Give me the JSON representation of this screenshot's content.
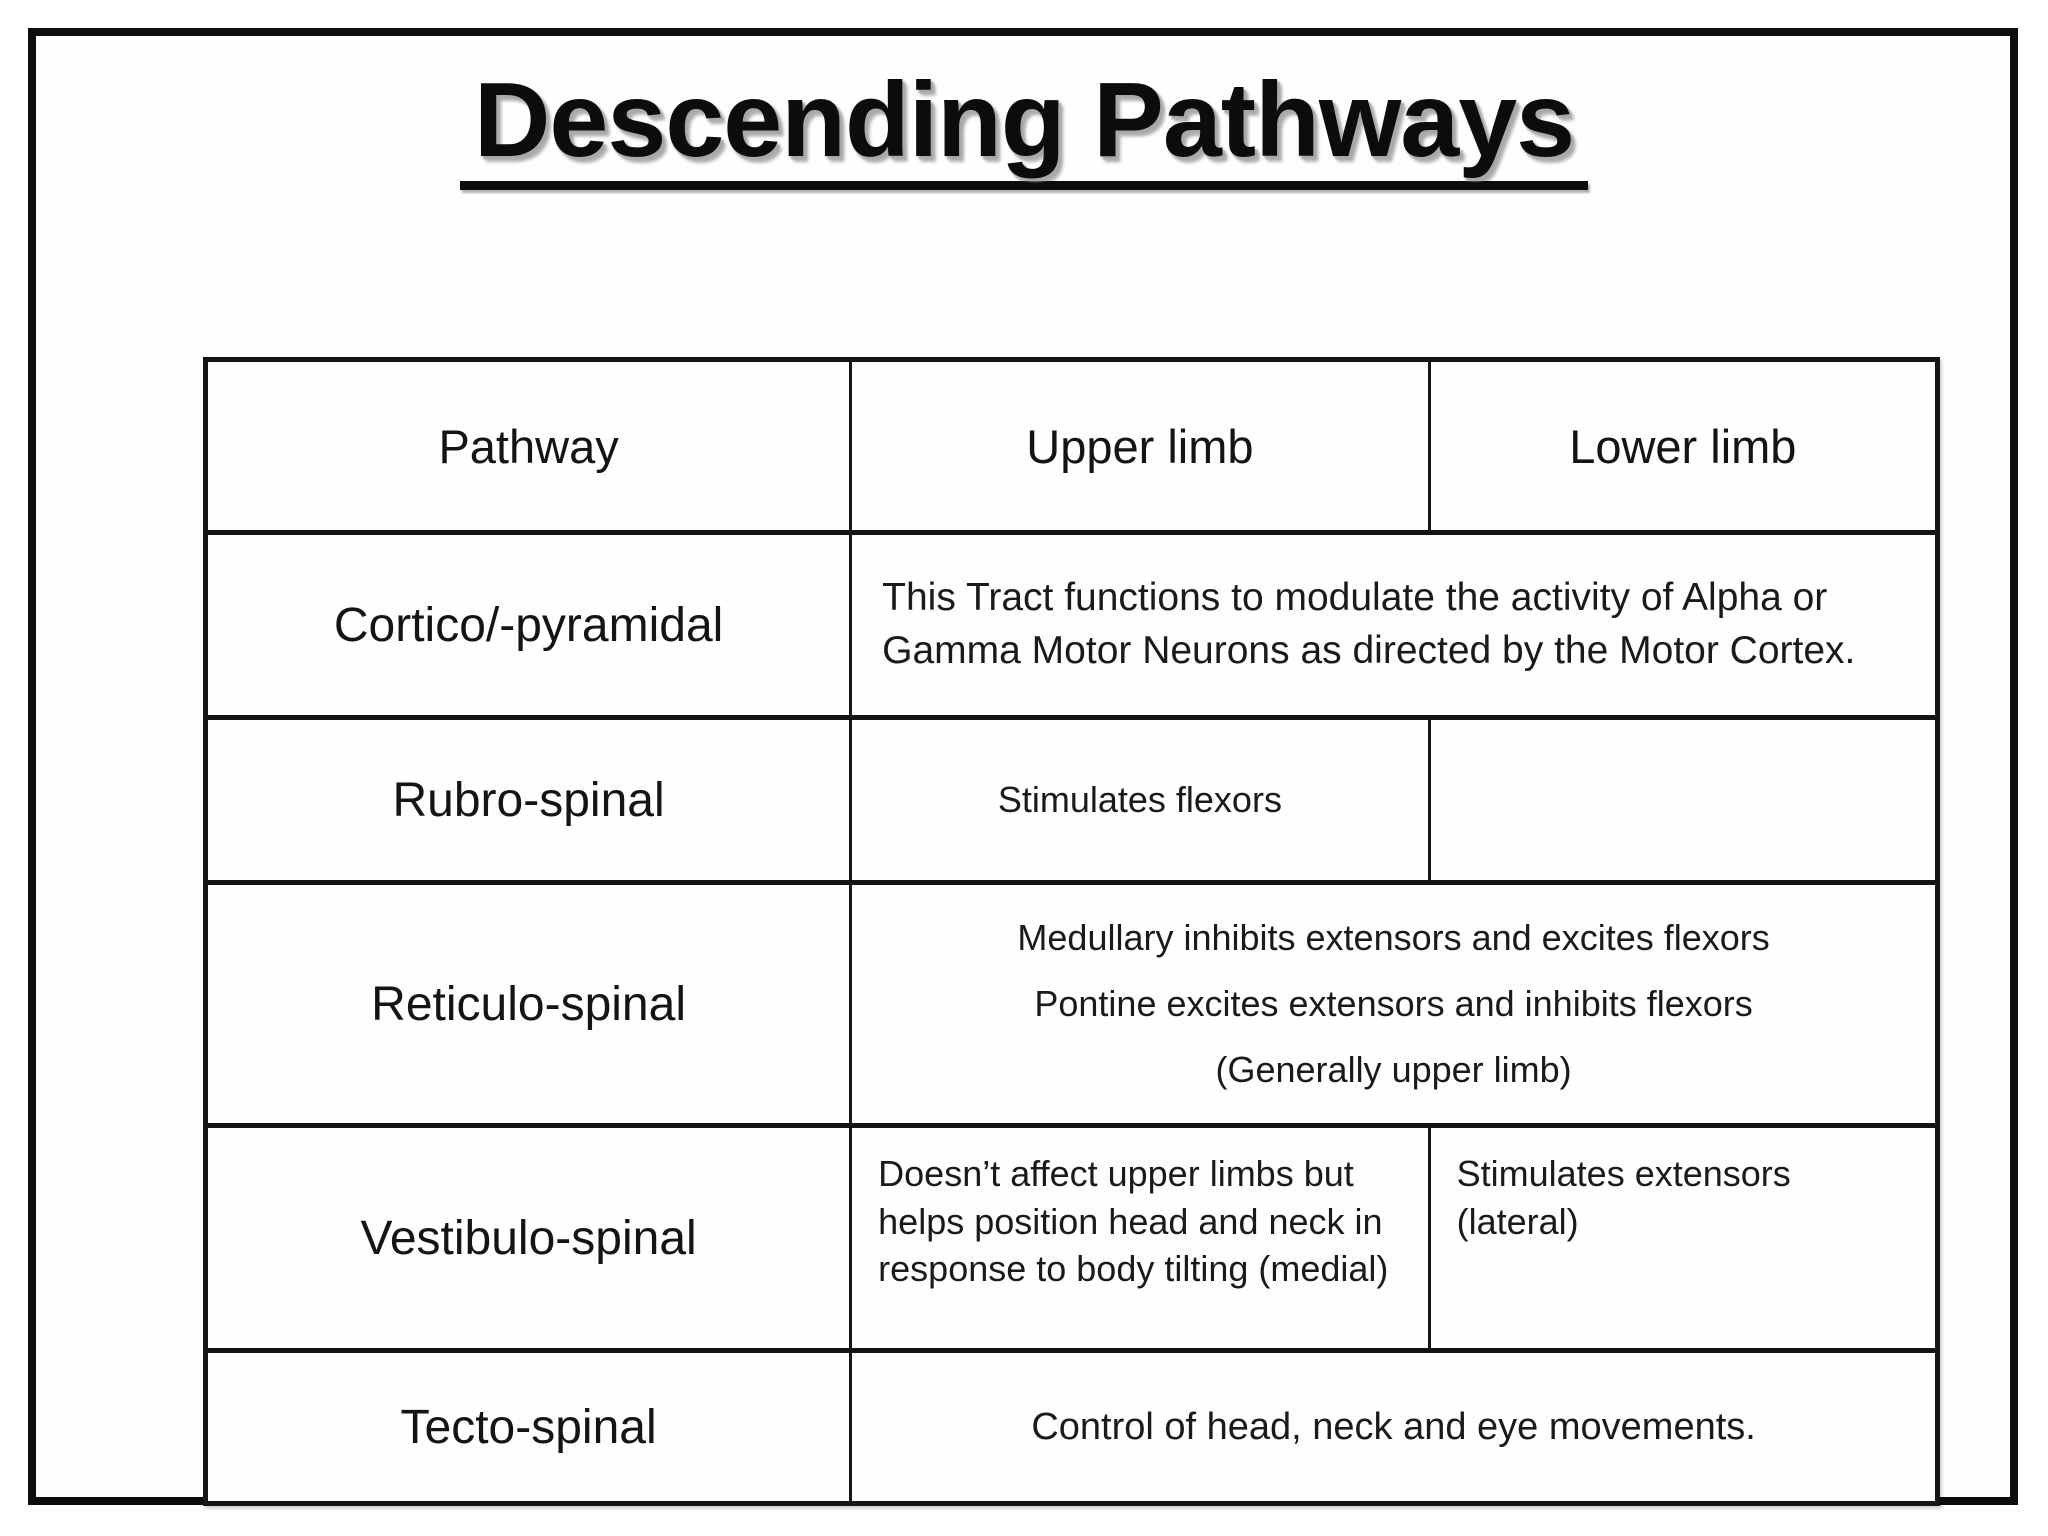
{
  "page": {
    "title": "Descending Pathways"
  },
  "table": {
    "headers": {
      "pathway": "Pathway",
      "upper": "Upper limb",
      "lower": "Lower limb"
    },
    "rows": [
      {
        "pathway": "Cortico/-pyramidal",
        "merged_text": "This Tract functions to modulate the activity of Alpha or Gamma Motor Neurons as directed by the Motor Cortex."
      },
      {
        "pathway": "Rubro-spinal",
        "upper": "Stimulates flexors",
        "lower": ""
      },
      {
        "pathway": "Reticulo-spinal",
        "lines": [
          "Medullary inhibits extensors and excites flexors",
          "Pontine excites extensors and inhibits flexors",
          "(Generally upper limb)"
        ]
      },
      {
        "pathway": "Vestibulo-spinal",
        "upper": "Doesn’t affect upper limbs but helps position head and neck in response to body tilting (medial)",
        "lower": "Stimulates extensors (lateral)"
      },
      {
        "pathway": "Tecto-spinal",
        "merged_text": "Control of head, neck and eye movements."
      }
    ]
  },
  "colors": {
    "text": "#1a1a1a",
    "border": "#161616",
    "background": "#ffffff"
  }
}
